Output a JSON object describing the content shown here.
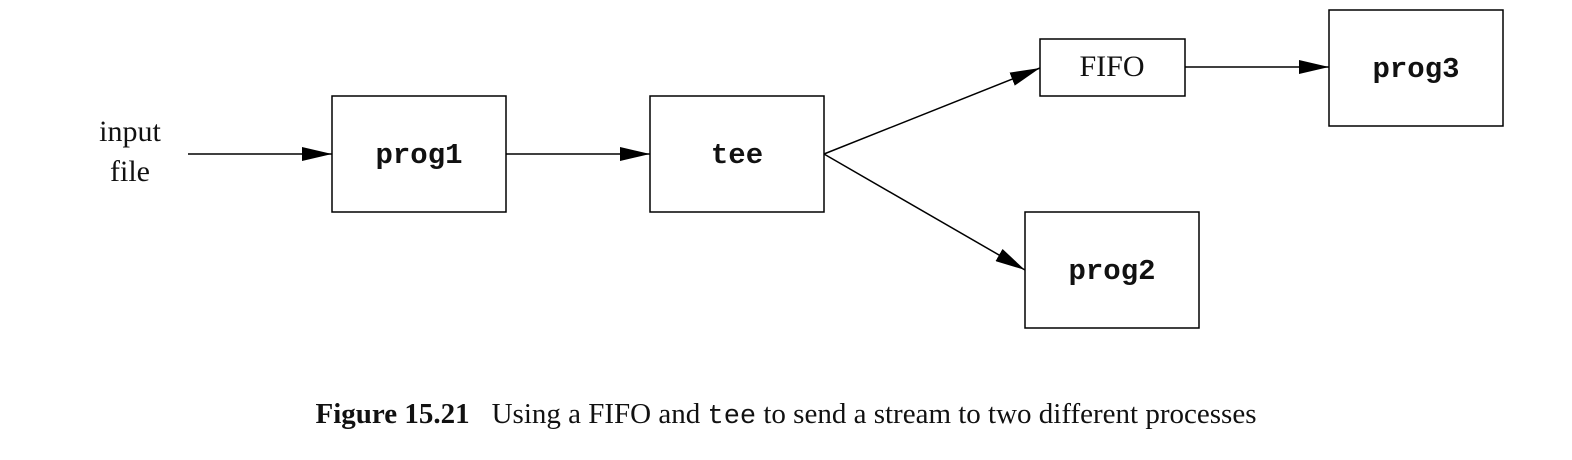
{
  "diagram": {
    "input_label_line1": "input",
    "input_label_line2": "file",
    "nodes": {
      "prog1": "prog1",
      "tee": "tee",
      "fifo": "FIFO",
      "prog2": "prog2",
      "prog3": "prog3"
    }
  },
  "caption": {
    "label": "Figure 15.21",
    "text_before": "Using a FIFO and ",
    "code": "tee",
    "text_after": " to send a stream to two different processes"
  }
}
